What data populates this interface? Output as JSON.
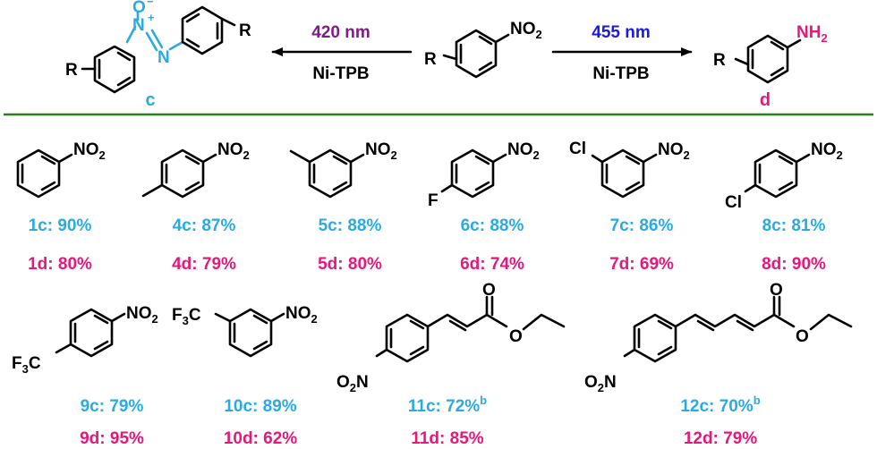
{
  "colors": {
    "azoxy": "#29ABE2",
    "amine": "#E4197A",
    "wavelength_left": "#7B1F85",
    "wavelength_right": "#1A1AE6",
    "divider": "#2E7D1E"
  },
  "scheme": {
    "left_condition": {
      "wavelength": "420 nm",
      "catalyst": "Ni-TPB"
    },
    "right_condition": {
      "wavelength": "455 nm",
      "catalyst": "Ni-TPB"
    },
    "label_c": "c",
    "label_d": "d",
    "reactant": {
      "R": "R",
      "group": "NO",
      "group_sub": "2"
    },
    "product_c": {
      "R_left": "R",
      "R_right": "R",
      "o_atom": "O",
      "o_charge": "−",
      "n_plus_atom": "N",
      "n_plus_charge": "+",
      "n_atom": "N"
    },
    "product_d": {
      "R": "R",
      "group": "NH",
      "group_sub": "2"
    }
  },
  "substrates": [
    {
      "c_label": "1c",
      "c_yield": "90%",
      "d_label": "1d",
      "d_yield": "80%",
      "group": "NO",
      "group_sub": "2"
    },
    {
      "c_label": "4c",
      "c_yield": "87%",
      "d_label": "4d",
      "d_yield": "79%",
      "group": "NO",
      "group_sub": "2"
    },
    {
      "c_label": "5c",
      "c_yield": "88%",
      "d_label": "5d",
      "d_yield": "80%",
      "group": "NO",
      "group_sub": "2"
    },
    {
      "c_label": "6c",
      "c_yield": "88%",
      "d_label": "6d",
      "d_yield": "74%",
      "group": "NO",
      "group_sub": "2",
      "sub_atom": "F"
    },
    {
      "c_label": "7c",
      "c_yield": "86%",
      "d_label": "7d",
      "d_yield": "69%",
      "group": "NO",
      "group_sub": "2",
      "sub_atom": "Cl"
    },
    {
      "c_label": "8c",
      "c_yield": "81%",
      "d_label": "8d",
      "d_yield": "90%",
      "group": "NO",
      "group_sub": "2",
      "sub_atom": "Cl"
    },
    {
      "c_label": "9c",
      "c_yield": "79%",
      "d_label": "9d",
      "d_yield": "95%",
      "group": "NO",
      "group_sub": "2",
      "sub_main": "F",
      "sub_sub": "3",
      "sub_tail": "C"
    },
    {
      "c_label": "10c",
      "c_yield": "89%",
      "d_label": "10d",
      "d_yield": "62%",
      "group": "NO",
      "group_sub": "2",
      "sub_main": "F",
      "sub_sub": "3",
      "sub_tail": "C"
    },
    {
      "c_label": "11c",
      "c_yield": "72%",
      "c_note": "b",
      "d_label": "11d",
      "d_yield": "85%",
      "group": "O",
      "group_sub": "2",
      "group_tail": "N",
      "ester_o1": "O",
      "ester_o2": "O"
    },
    {
      "c_label": "12c",
      "c_yield": "70%",
      "c_note": "b",
      "d_label": "12d",
      "d_yield": "79%",
      "group": "O",
      "group_sub": "2",
      "group_tail": "N",
      "ester_o1": "O",
      "ester_o2": "O"
    }
  ]
}
